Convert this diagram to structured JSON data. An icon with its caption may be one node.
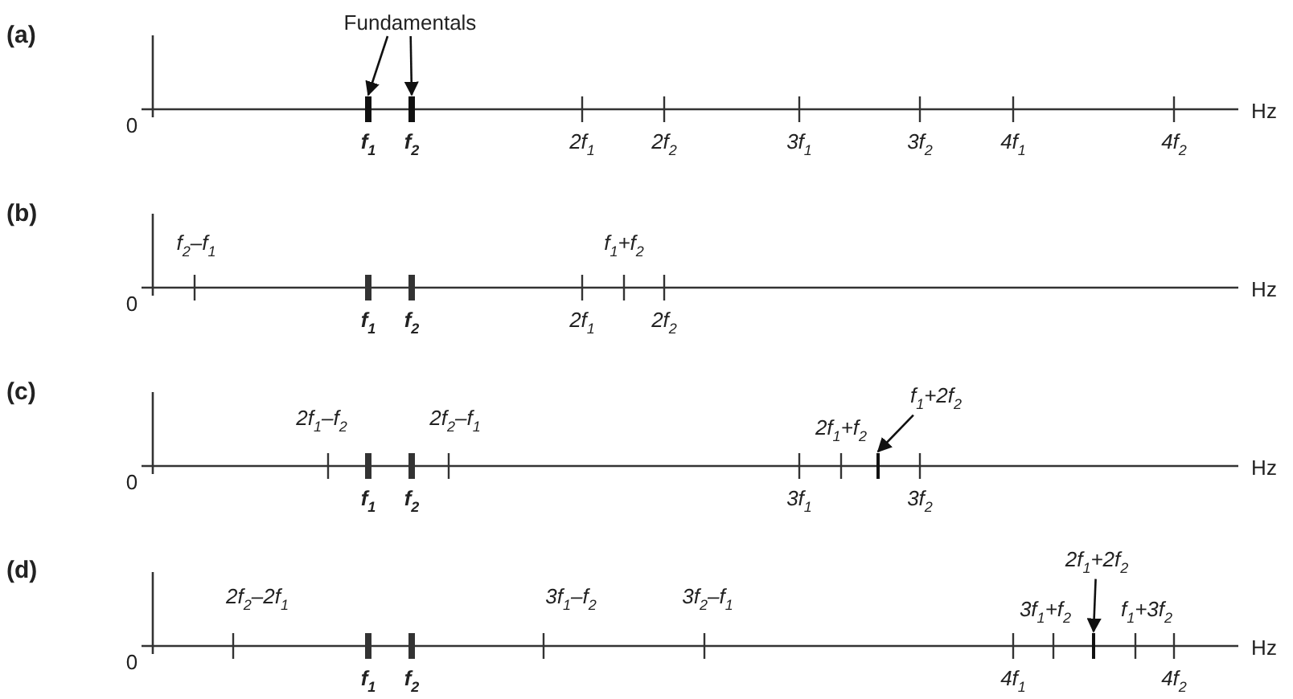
{
  "diagram": {
    "nodes": [
      {
        "text": [
          "Fundamentals"
        ]
      },
      {
        "text": [],
        "shape": "bar"
      },
      {
        "text": [],
        "shape": "bar"
      },
      {
        "text": [
          "f$_{1}$+2f$_{2}$"
        ]
      },
      {
        "text": [],
        "shape": "bar"
      },
      {
        "text": [
          "2f$_{1}$+2f$_{2}$"
        ]
      },
      {
        "text": [],
        "shape": "bar"
      }
    ],
    "edges": [
      {
        "from": 0,
        "to": 1,
        "arrow": "to"
      },
      {
        "from": 0,
        "to": 2,
        "arrow": "to"
      },
      {
        "from": 3,
        "to": 4,
        "arrow": "to"
      },
      {
        "from": 5,
        "to": 6,
        "arrow": "to"
      }
    ],
    "labels": [
      "(a)",
      "0",
      "f$_{1}$",
      "f$_{2}$",
      "2f$_{1}$",
      "2f$_{2}$",
      "3f$_{1}$",
      "3f$_{2}$",
      "4f$_{1}$",
      "4f$_{2}$",
      "Hz",
      "(b)",
      "f$_{2}$–f$_{1}$",
      "f$_{1}$+f$_{2}$",
      "0",
      "f$_{1}$",
      "f$_{2}$",
      "2f$_{1}$",
      "2f$_{2}$",
      "Hz",
      "(c)",
      "2f$_{1}$–f$_{2}$",
      "2f$_{2}$–f$_{1}$",
      "2f$_{1}$+f$_{2}$",
      "0",
      "f$_{1}$",
      "f$_{2}$",
      "3f$_{1}$",
      "3f$_{2}$",
      "Hz",
      "(d)",
      "2f$_{2}$–2f$_{1}$",
      "3f$_{1}$–f$_{2}$",
      "3f$_{2}$–f$_{1}$",
      "3f$_{1}$+f$_{2}$",
      "f$_{1}$+3f$_{2}$",
      "0",
      "f$_{1}$",
      "f$_{2}$",
      "4f$_{1}$",
      "4f$_{2}$",
      "Hz"
    ]
  }
}
